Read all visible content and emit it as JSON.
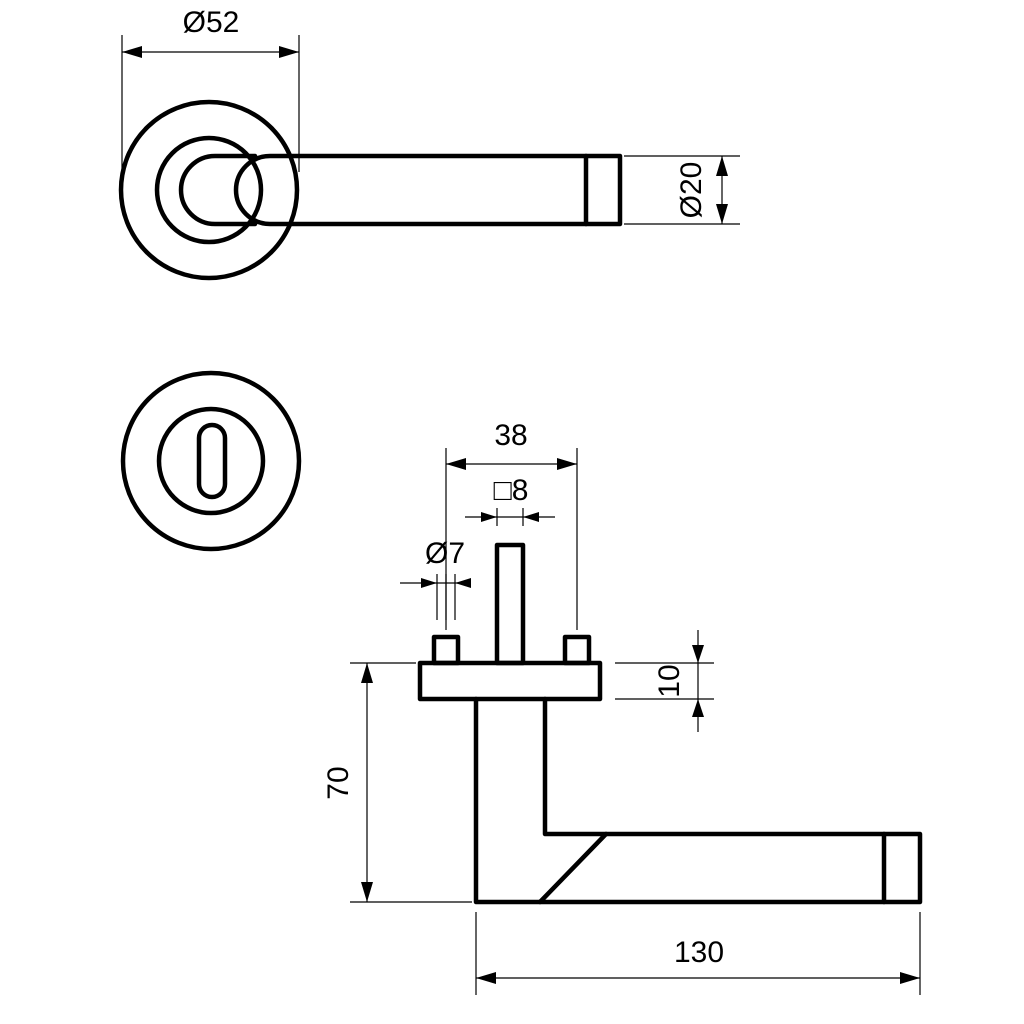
{
  "dimensions": {
    "rose_diameter": "Ø52",
    "lever_diameter": "Ø20",
    "screw_spacing": "38",
    "spindle_square": "□8",
    "screw_diameter": "Ø7",
    "rose_thickness": "10",
    "lever_height": "70",
    "lever_length": "130"
  },
  "colors": {
    "line": "#000000",
    "background": "#ffffff"
  }
}
